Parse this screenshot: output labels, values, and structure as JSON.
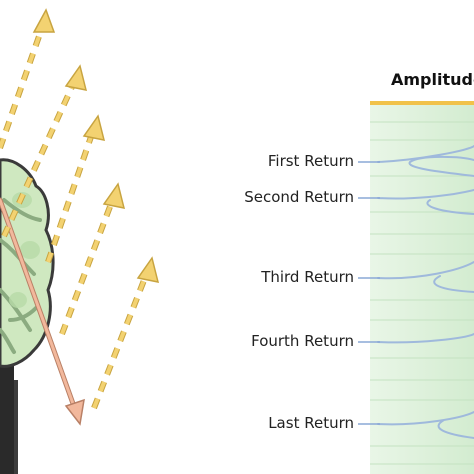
{
  "header": {
    "amplitude_title": "Amplitude"
  },
  "returns": [
    {
      "label": "First Return"
    },
    {
      "label": "Second Return"
    },
    {
      "label": "Third Return"
    },
    {
      "label": "Fourth Return"
    },
    {
      "label": "Last Return"
    }
  ],
  "colors": {
    "tree_foliage": "#cfe8c0",
    "tree_branch": "#7f9e76",
    "tree_trunk": "#2a2a2a",
    "laser_arrow": "#f2b89c",
    "reflected_arrows": "#f3d271",
    "amplitude_band": "#d6efd6",
    "amplitude_top_line": "#f1c24a",
    "waveform": "#9fb9dc"
  }
}
